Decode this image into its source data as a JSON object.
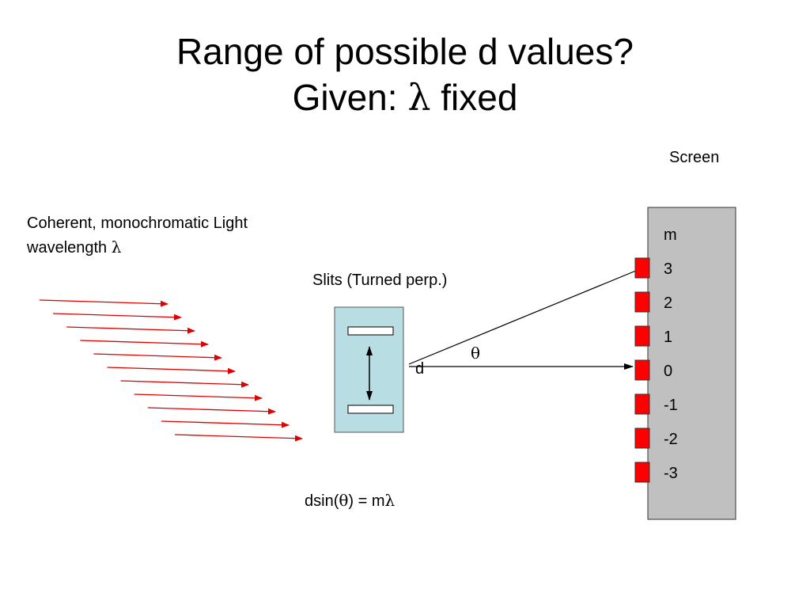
{
  "slide": {
    "title_line1": "Range of possible d values?",
    "title_line2_prefix": "Given: ",
    "title_line2_symbol": "λ",
    "title_line2_suffix": " fixed"
  },
  "labels": {
    "screen": "Screen",
    "light_line1": "Coherent, monochromatic Light",
    "light_line2_prefix": "wavelength ",
    "light_line2_symbol": "λ",
    "slits": "Slits (Turned perp.)",
    "d": "d",
    "theta": "θ",
    "formula_prefix": "dsin(",
    "formula_theta": "θ",
    "formula_mid": ") = m",
    "formula_lambda": "λ"
  },
  "screen_orders": {
    "header": "m",
    "values": [
      "3",
      "2",
      "1",
      "0",
      "-1",
      "-2",
      "-3"
    ]
  },
  "colors": {
    "light_ray": "#e00000",
    "fringe_marker": "#ff0000",
    "screen_fill": "#c0c0c0",
    "slit_box_fill": "#b8dde3"
  }
}
